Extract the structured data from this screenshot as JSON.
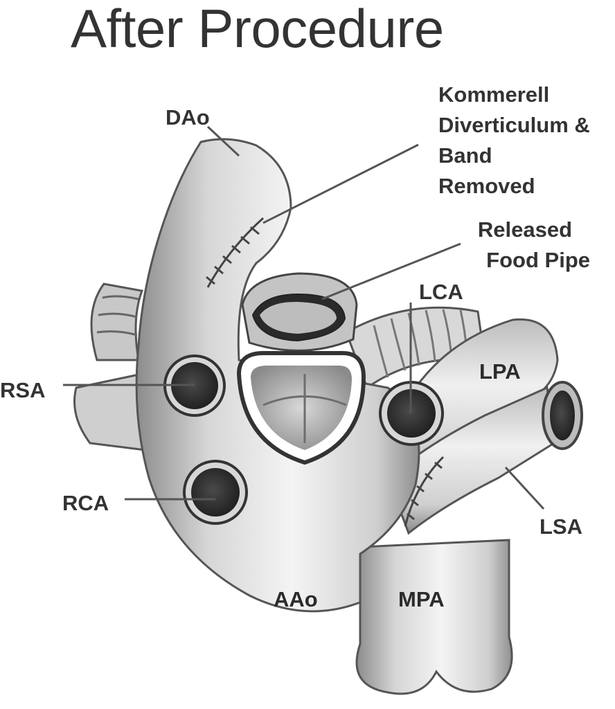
{
  "title": "After Procedure",
  "colors": {
    "text": "#333333",
    "vessel": "#e6e6e6",
    "vessel_shadow": "#9a9a9a",
    "lumen": "#2a2a2a",
    "leader": "#555555"
  },
  "labels": {
    "dao": "DAo",
    "kommerell": [
      "Kommerell",
      "Diverticulum &",
      "Band",
      "Removed"
    ],
    "released": [
      "Released",
      "Food Pipe"
    ],
    "lca": "LCA",
    "lpa": "LPA",
    "rsa": "RSA",
    "rca": "RCA",
    "lsa": "LSA",
    "aao": "AAo",
    "mpa": "MPA"
  },
  "icons": [
    "aorta-illustration",
    "pulmonary-artery-illustration",
    "esophagus-illustration",
    "artery-cross-section"
  ]
}
